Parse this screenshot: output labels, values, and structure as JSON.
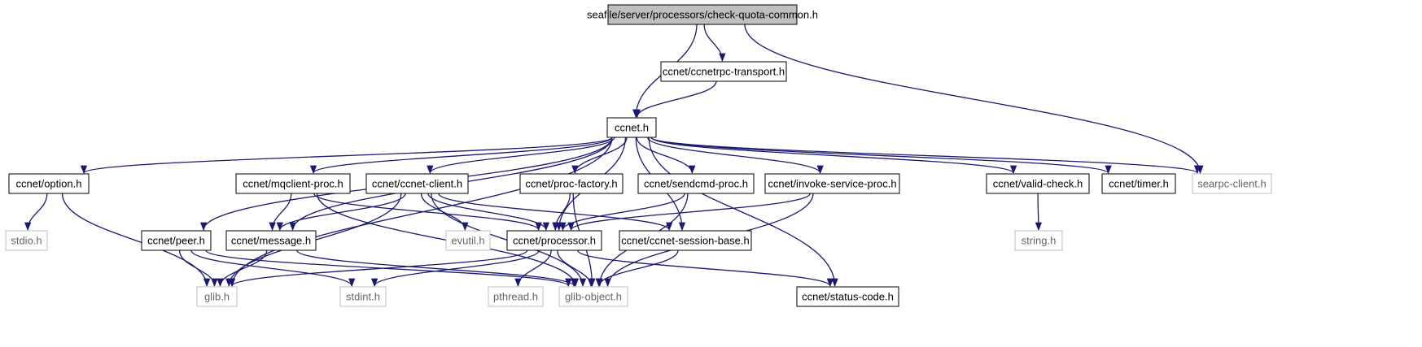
{
  "diagram": {
    "colors": {
      "edge": "#191970",
      "root_fill": "#bfbfbf",
      "node_fill": "#ffffff",
      "node_border": "#000000",
      "missing_border": "#bfbfbf",
      "missing_text": "#666666"
    },
    "nodes": {
      "root": {
        "label": "seafile/server/processors/check-quota-common.h",
        "kind": "root"
      },
      "ccnetrpc_transport": {
        "label": "ccnet/ccnetrpc-transport.h",
        "kind": "header"
      },
      "ccnet": {
        "label": "ccnet.h",
        "kind": "header"
      },
      "searpc_client": {
        "label": "searpc-client.h",
        "kind": "missing"
      },
      "option": {
        "label": "ccnet/option.h",
        "kind": "header"
      },
      "mqclient_proc": {
        "label": "ccnet/mqclient-proc.h",
        "kind": "header"
      },
      "ccnet_client": {
        "label": "ccnet/ccnet-client.h",
        "kind": "header"
      },
      "proc_factory": {
        "label": "ccnet/proc-factory.h",
        "kind": "header"
      },
      "sendcmd_proc": {
        "label": "ccnet/sendcmd-proc.h",
        "kind": "header"
      },
      "invoke_service_proc": {
        "label": "ccnet/invoke-service-proc.h",
        "kind": "header"
      },
      "valid_check": {
        "label": "ccnet/valid-check.h",
        "kind": "header"
      },
      "timer": {
        "label": "ccnet/timer.h",
        "kind": "header"
      },
      "stdio": {
        "label": "stdio.h",
        "kind": "missing"
      },
      "peer": {
        "label": "ccnet/peer.h",
        "kind": "header"
      },
      "message": {
        "label": "ccnet/message.h",
        "kind": "header"
      },
      "evutil": {
        "label": "evutil.h",
        "kind": "missing"
      },
      "processor": {
        "label": "ccnet/processor.h",
        "kind": "header"
      },
      "session_base": {
        "label": "ccnet/ccnet-session-base.h",
        "kind": "header"
      },
      "string": {
        "label": "string.h",
        "kind": "missing"
      },
      "glib": {
        "label": "glib.h",
        "kind": "missing"
      },
      "stdint": {
        "label": "stdint.h",
        "kind": "missing"
      },
      "pthread": {
        "label": "pthread.h",
        "kind": "missing"
      },
      "glib_object": {
        "label": "glib-object.h",
        "kind": "missing"
      },
      "status_code": {
        "label": "ccnet/status-code.h",
        "kind": "header"
      }
    },
    "edges": [
      [
        "root",
        "ccnetrpc_transport"
      ],
      [
        "root",
        "ccnet"
      ],
      [
        "root",
        "searpc_client"
      ],
      [
        "ccnetrpc_transport",
        "ccnet"
      ],
      [
        "ccnet",
        "option"
      ],
      [
        "ccnet",
        "glib"
      ],
      [
        "ccnet",
        "peer"
      ],
      [
        "ccnet",
        "message"
      ],
      [
        "ccnet",
        "mqclient_proc"
      ],
      [
        "ccnet",
        "ccnet_client"
      ],
      [
        "ccnet",
        "processor"
      ],
      [
        "ccnet",
        "proc_factory"
      ],
      [
        "ccnet",
        "sendcmd_proc"
      ],
      [
        "ccnet",
        "invoke_service_proc"
      ],
      [
        "ccnet",
        "session_base"
      ],
      [
        "ccnet",
        "status_code"
      ],
      [
        "ccnet",
        "valid_check"
      ],
      [
        "ccnet",
        "timer"
      ],
      [
        "ccnet",
        "searpc_client"
      ],
      [
        "option",
        "stdio"
      ],
      [
        "option",
        "glib"
      ],
      [
        "mqclient_proc",
        "message"
      ],
      [
        "mqclient_proc",
        "processor"
      ],
      [
        "mqclient_proc",
        "glib_object"
      ],
      [
        "ccnet_client",
        "message"
      ],
      [
        "ccnet_client",
        "glib"
      ],
      [
        "ccnet_client",
        "evutil"
      ],
      [
        "ccnet_client",
        "processor"
      ],
      [
        "ccnet_client",
        "session_base"
      ],
      [
        "ccnet_client",
        "glib_object"
      ],
      [
        "proc_factory",
        "processor"
      ],
      [
        "proc_factory",
        "glib_object"
      ],
      [
        "sendcmd_proc",
        "processor"
      ],
      [
        "sendcmd_proc",
        "glib_object"
      ],
      [
        "invoke_service_proc",
        "processor"
      ],
      [
        "invoke_service_proc",
        "glib_object"
      ],
      [
        "valid_check",
        "string"
      ],
      [
        "peer",
        "glib"
      ],
      [
        "peer",
        "stdint"
      ],
      [
        "peer",
        "glib_object"
      ],
      [
        "message",
        "glib"
      ],
      [
        "message",
        "glib_object"
      ],
      [
        "processor",
        "glib"
      ],
      [
        "processor",
        "stdint"
      ],
      [
        "processor",
        "pthread"
      ],
      [
        "processor",
        "glib_object"
      ],
      [
        "processor",
        "status_code"
      ],
      [
        "session_base",
        "glib_object"
      ]
    ]
  }
}
